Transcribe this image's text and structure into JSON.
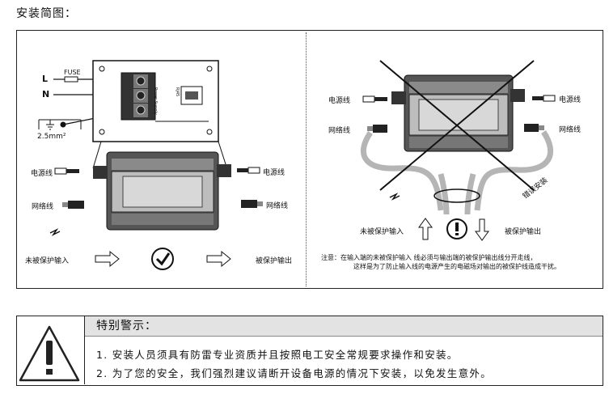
{
  "title": "安装简图：",
  "left_panel": {
    "fuse": "FUSE",
    "L": "L",
    "N": "N",
    "ground_size": "2.5mm²",
    "power_supply": "Power Supply",
    "rj45": "RJ45",
    "power_cable_left": "电源线",
    "power_cable_right": "电源线",
    "network_cable_left": "网络线",
    "network_cable_right": "网络线",
    "unprotected_input": "未被保护输入",
    "protected_output": "被保护输出"
  },
  "right_panel": {
    "power_cable_left": "电源线",
    "power_cable_right": "电源线",
    "network_cable_left": "网络线",
    "network_cable_right": "网络线",
    "wrong_install": "错误安装",
    "unprotected_input": "未被保护输入",
    "protected_output": "被保护输出",
    "note_line1": "注意：在输入端的未被保护输入 线必须与输出端的被保护输出线分开走线，",
    "note_line2": "这样是为了防止输入线的电源产生的电磁场对输出的被保护线造成干扰。"
  },
  "warning": {
    "heading": "特别警示：",
    "item1": "1. 安装人员须具有防雷专业资质并且按照电工安全常规要求操作和安装。",
    "item2": "2. 为了您的安全，我们强烈建议请断开设备电源的情况下安装，以免发生意外。"
  }
}
